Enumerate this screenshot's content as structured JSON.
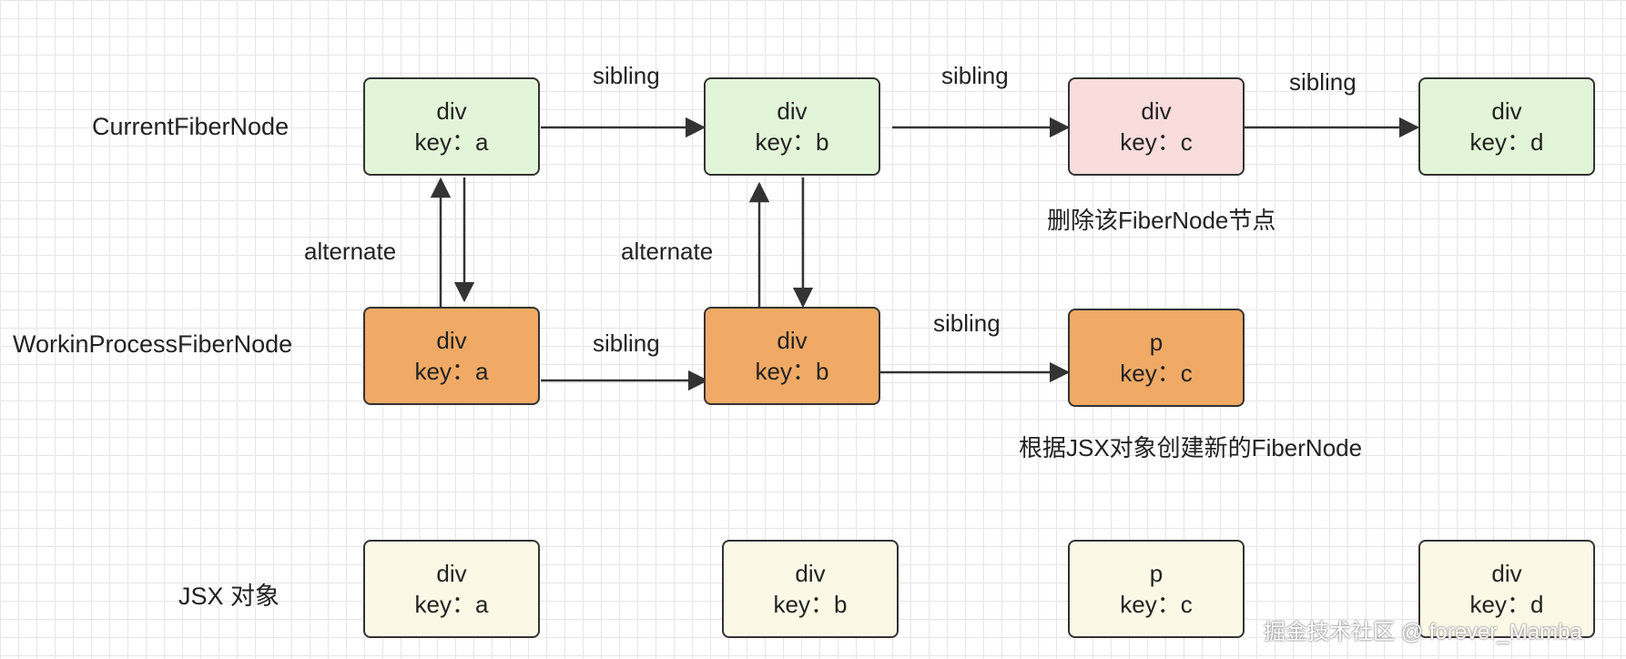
{
  "rows": {
    "current": "CurrentFiberNode",
    "wip": "WorkinProcessFiberNode",
    "jsx": "JSX 对象"
  },
  "current_nodes": [
    {
      "tag": "div",
      "key": "key：a"
    },
    {
      "tag": "div",
      "key": "key：b"
    },
    {
      "tag": "div",
      "key": "key：c"
    },
    {
      "tag": "div",
      "key": "key：d"
    }
  ],
  "wip_nodes": [
    {
      "tag": "div",
      "key": "key：a"
    },
    {
      "tag": "div",
      "key": "key：b"
    },
    {
      "tag": "p",
      "key": "key：c"
    }
  ],
  "jsx_nodes": [
    {
      "tag": "div",
      "key": "key：a"
    },
    {
      "tag": "div",
      "key": "key：b"
    },
    {
      "tag": "p",
      "key": "key：c"
    },
    {
      "tag": "div",
      "key": "key：d"
    }
  ],
  "edge_labels": {
    "sibling": "sibling",
    "alternate": "alternate"
  },
  "notes": {
    "delete": "删除该FiberNode节点",
    "create": "根据JSX对象创建新的FiberNode"
  },
  "watermark": "掘金技术社区 @ forever_Mamba",
  "colors": {
    "current_fill": "#e2f5d8",
    "deleted_fill": "#f9dcdc",
    "wip_fill": "#f0aa65",
    "jsx_fill": "#fbf9e6",
    "border": "#333333"
  }
}
